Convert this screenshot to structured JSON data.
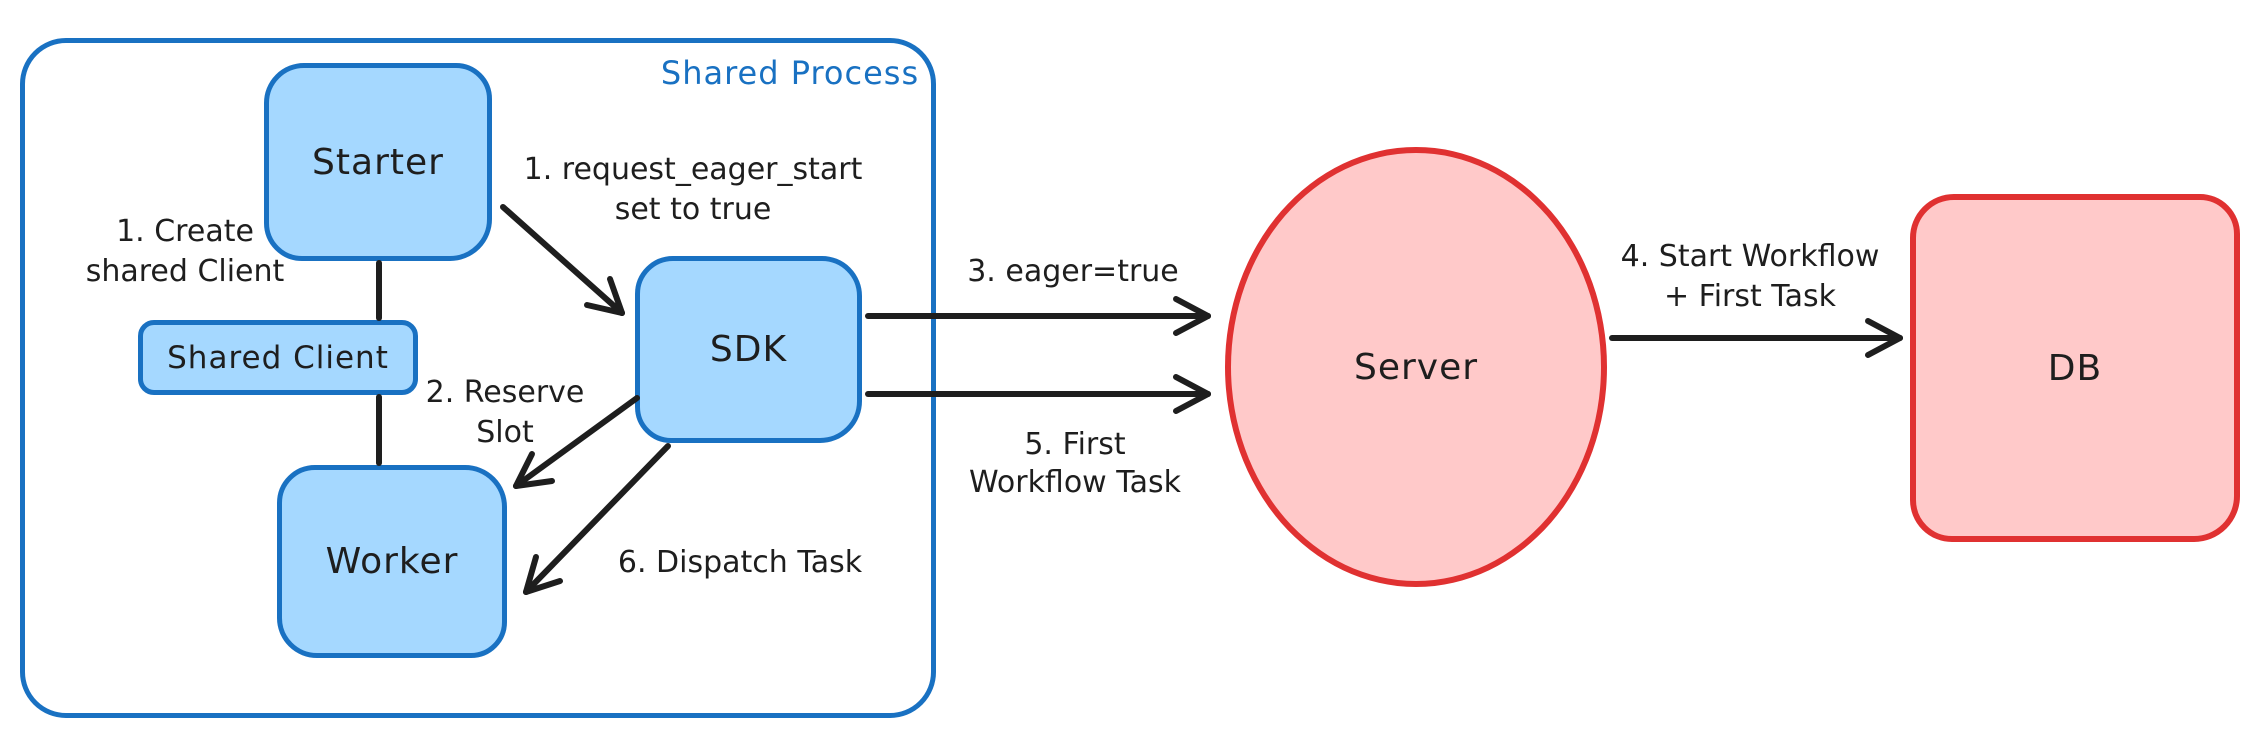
{
  "container": {
    "label": "Shared Process"
  },
  "nodes": {
    "starter": "Starter",
    "shared_client": "Shared Client",
    "worker": "Worker",
    "sdk": "SDK",
    "server": "Server",
    "db": "DB"
  },
  "annotations": {
    "create_client": {
      "line1": "1. Create",
      "line2": "shared Client"
    },
    "request_eager": {
      "line1": "1. request_eager_start",
      "line2": "set to true"
    },
    "reserve_slot": {
      "line1": "2. Reserve",
      "line2": "Slot"
    },
    "dispatch_task": "6. Dispatch Task",
    "eager_true": "3. eager=true",
    "first_workflow_task": {
      "line1": "5. First",
      "line2": "Workflow Task"
    },
    "start_workflow": {
      "line1": "4. Start Workflow",
      "line2": "+ First Task"
    }
  },
  "colors": {
    "blue_stroke": "#1971c2",
    "blue_fill": "#a5d8ff",
    "red_stroke": "#e03131",
    "red_fill": "#ffc9c9",
    "ink": "#1e1e1e",
    "background": "#ffffff"
  }
}
